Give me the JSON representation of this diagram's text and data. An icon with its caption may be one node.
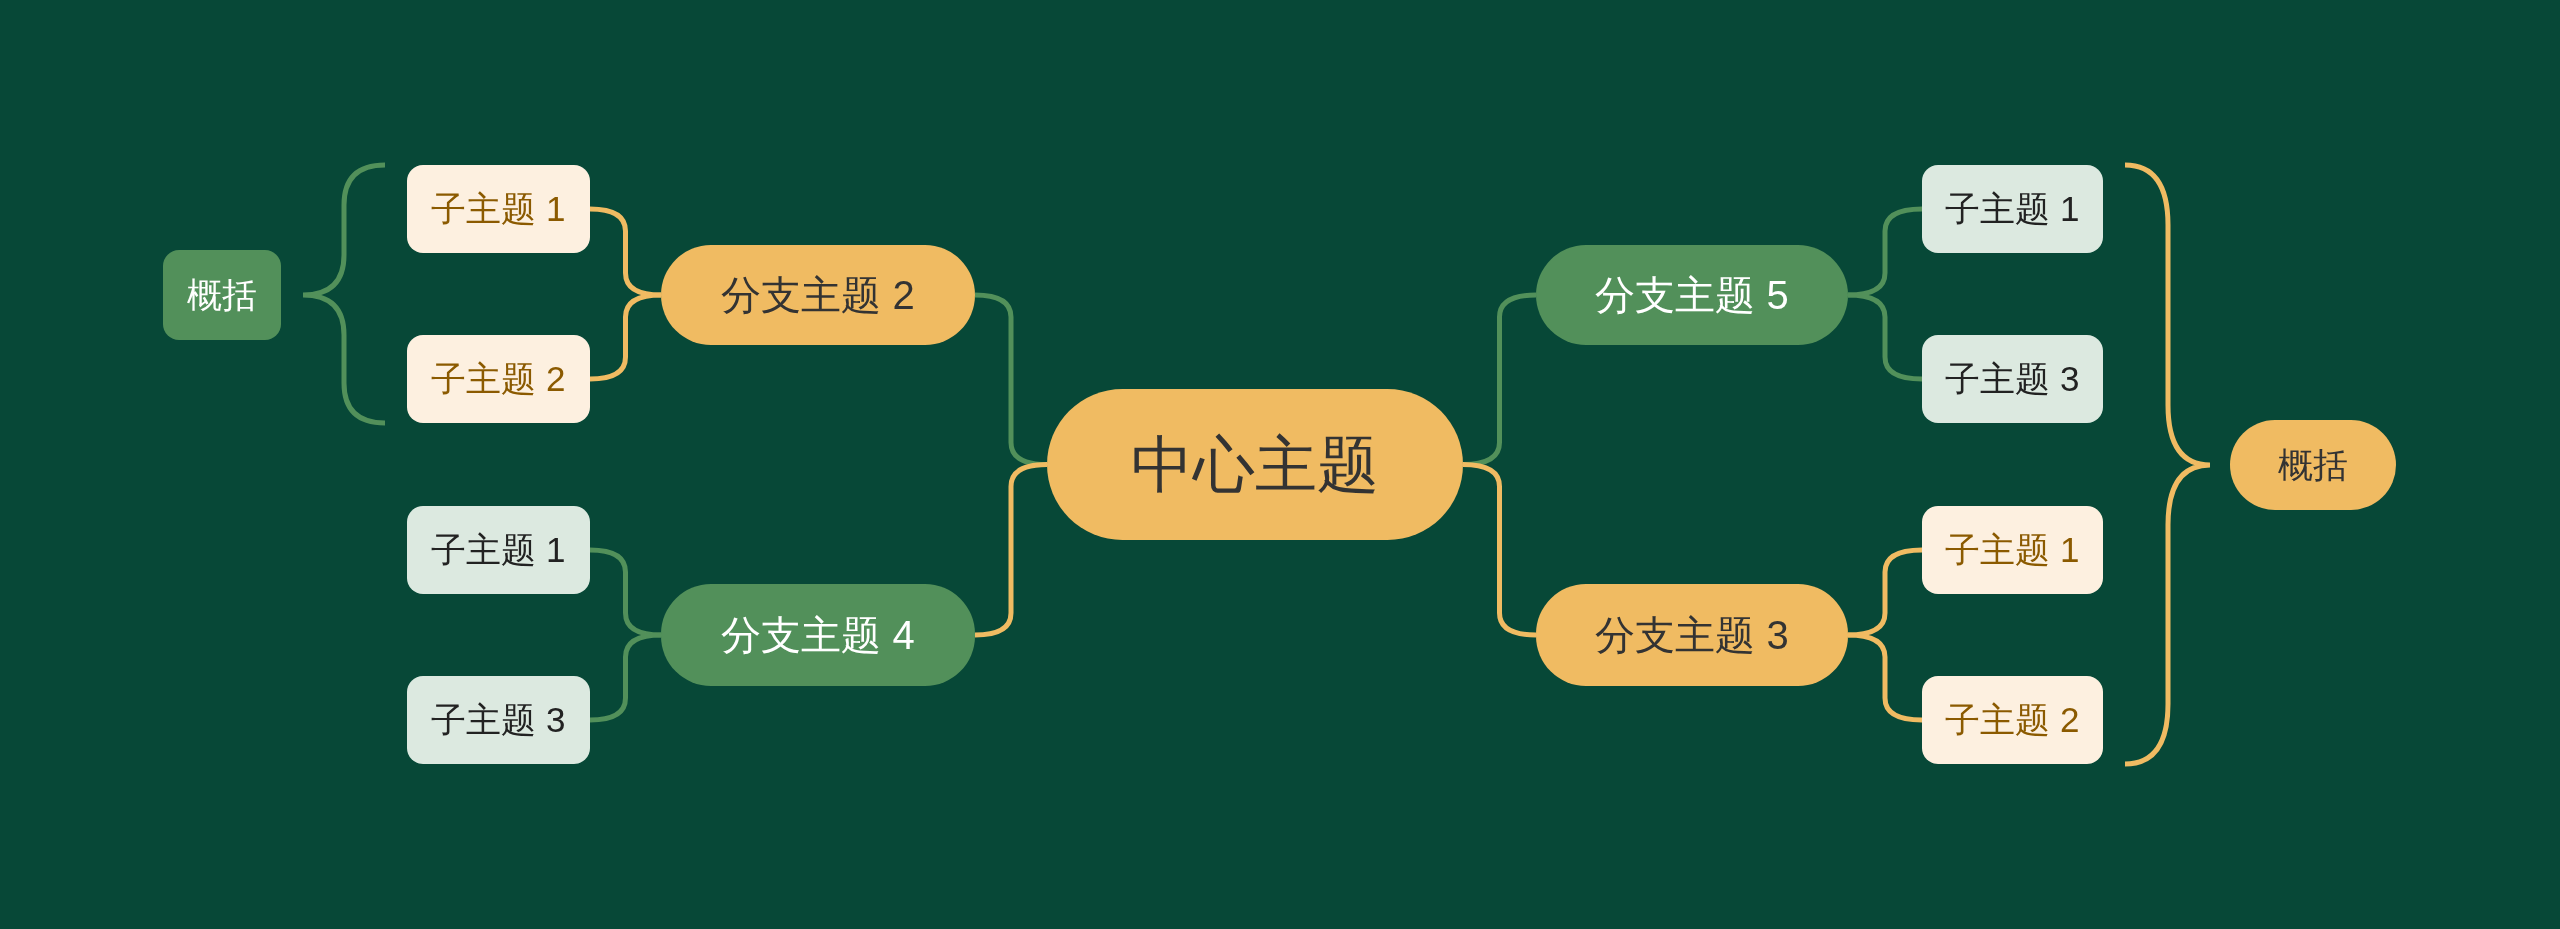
{
  "diagram": {
    "nodes": [
      {
        "text": [
          "中心主题"
        ]
      },
      {
        "text": [
          "分支主题 2"
        ]
      },
      {
        "text": [
          "子主题 1"
        ]
      },
      {
        "text": [
          "子主题 2"
        ]
      },
      {
        "text": [
          "概括"
        ]
      },
      {
        "text": [
          "分支主题 4"
        ]
      },
      {
        "text": [
          "子主题 1"
        ]
      },
      {
        "text": [
          "子主题 3"
        ]
      },
      {
        "text": [
          "分支主题 5"
        ]
      },
      {
        "text": [
          "子主题 1"
        ]
      },
      {
        "text": [
          "子主题 3"
        ]
      },
      {
        "text": [
          "分支主题 3"
        ]
      },
      {
        "text": [
          "子主题 1"
        ]
      },
      {
        "text": [
          "子主题 2"
        ]
      },
      {
        "text": [
          "概括"
        ]
      }
    ],
    "edges": [
      {
        "from": 0,
        "to": 1,
        "arrow": "none",
        "color": "#52905a"
      },
      {
        "from": 0,
        "to": 5,
        "arrow": "none",
        "color": "#f0bb62"
      },
      {
        "from": 1,
        "to": 2,
        "arrow": "none",
        "color": "#f0bb62"
      },
      {
        "from": 1,
        "to": 3,
        "arrow": "none",
        "color": "#f0bb62"
      },
      {
        "from": 5,
        "to": 6,
        "arrow": "none",
        "color": "#52905a"
      },
      {
        "from": 5,
        "to": 7,
        "arrow": "none",
        "color": "#52905a"
      },
      {
        "from": 0,
        "to": 8,
        "arrow": "none",
        "color": "#52905a"
      },
      {
        "from": 0,
        "to": 11,
        "arrow": "none",
        "color": "#f0bb62"
      },
      {
        "from": 8,
        "to": 9,
        "arrow": "none",
        "color": "#52905a"
      },
      {
        "from": 8,
        "to": 10,
        "arrow": "none",
        "color": "#52905a"
      },
      {
        "from": 11,
        "to": 12,
        "arrow": "none",
        "color": "#f0bb62"
      },
      {
        "from": 11,
        "to": 13,
        "arrow": "none",
        "color": "#f0bb62"
      }
    ]
  }
}
